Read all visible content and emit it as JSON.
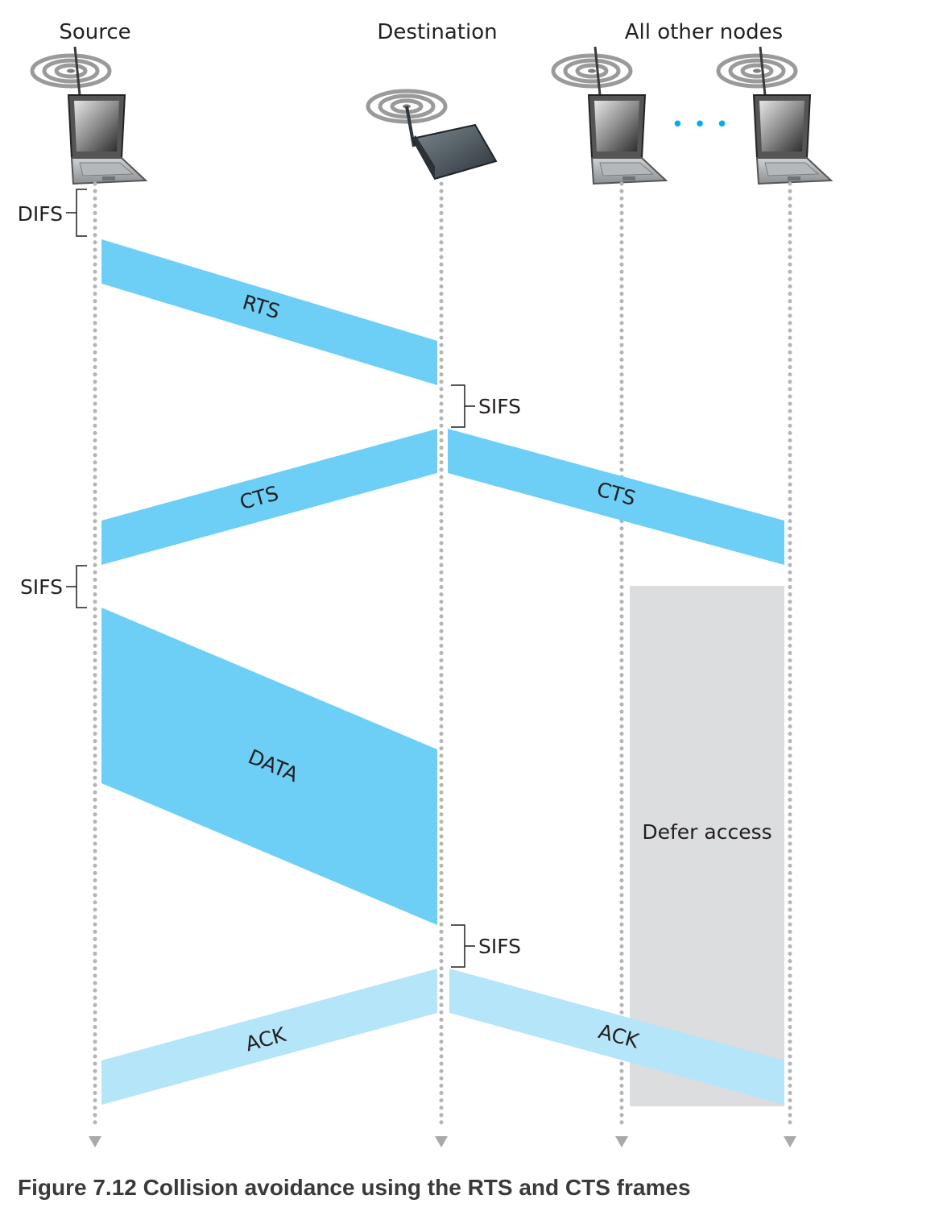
{
  "headers": {
    "source": "Source",
    "destination": "Destination",
    "others": "All other nodes"
  },
  "intervals": {
    "difs": "DIFS",
    "sifs_cts": "SIFS",
    "sifs_data": "SIFS",
    "sifs_ack": "SIFS"
  },
  "frames": {
    "rts": "RTS",
    "cts_to_source": "CTS",
    "cts_to_others": "CTS",
    "data": "DATA",
    "ack_to_source": "ACK",
    "ack_to_others": "ACK"
  },
  "defer": "Defer access",
  "ellipsis": "• • •",
  "caption": "Figure 7.12 Collision avoidance using the RTS and CTS frames",
  "colors": {
    "frame": "#6dcff6",
    "ack": "#b5e5f9",
    "defer": "#dcdddf",
    "timeline": "#b3b5b8",
    "ellipsis": "#00aeef"
  }
}
